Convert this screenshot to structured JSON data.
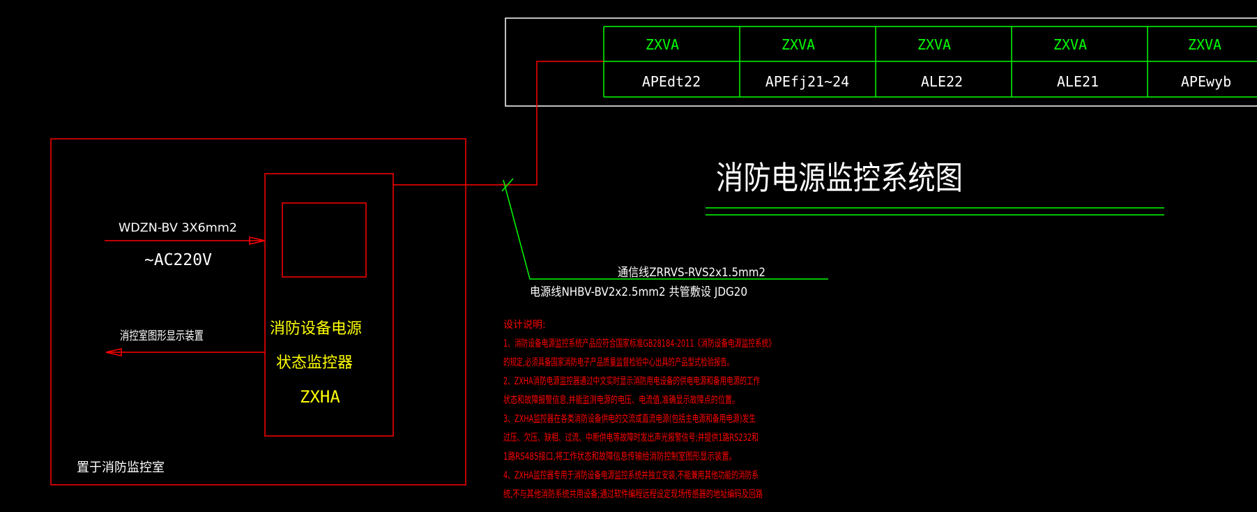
{
  "colors": {
    "background": "#000000",
    "red": "#ff0000",
    "green": "#00ff00",
    "yellow": "#ffff00",
    "white": "#ffffff"
  },
  "panel_table": {
    "codes": [
      "ZXVA",
      "ZXVA",
      "ZXVA",
      "ZXVA",
      "ZXVA"
    ],
    "names": [
      "APEdt22",
      "APEfj21~24",
      "ALE22",
      "ALE21",
      "APEwyb"
    ]
  },
  "title": "消防电源监控系统图",
  "input": {
    "cable": "WDZN-BV 3X6mm2",
    "voltage": "~AC220V"
  },
  "output_label": "消控室图形显示装置",
  "device": {
    "name_line1": "消防设备电源",
    "name_line2": "状态监控器",
    "model": "ZXHA"
  },
  "room_label": "置于消防监控室",
  "wiring": {
    "comm_line": "通信线ZRRVS-RVS2x1.5mm2",
    "power_line": "电源线NHBV-BV2x2.5mm2  共管敷设  JDG20"
  },
  "notes": {
    "heading": "设计说明:",
    "lines": [
      "1、消防设备电源监控系统产品应符合国家标准GB28184-2011《消防设备电源监控系统》",
      "的规定,必须具备国家消防电子产品质量监督检验中心出具的产品型式检验报告。",
      "2、ZXHA消防电源监控器通过中文实时显示消防用电设备的供电电源和备用电源的工作",
      "状态和故障报警信息,并能监测电源的电压、电流值,准确显示故障点的位置。",
      "3、ZXHA监控器在各类消防设备供电的交流或直流电源(包括主电源和备用电源)发生",
      "过压、欠压、缺相、过流、中断供电等故障时发出声光报警信号;并提供1路RS232和",
      "1路RS485接口,将工作状态和故障信息传输给消防控制室图形显示装置。",
      "4、ZXHA监控器专用于消防设备电源监控系统并独立安装,不能兼用其他功能的消防系",
      "统,不与其他消防系统共用设备;通过软件编程远程设定现场传感器的地址编码及回路"
    ]
  }
}
